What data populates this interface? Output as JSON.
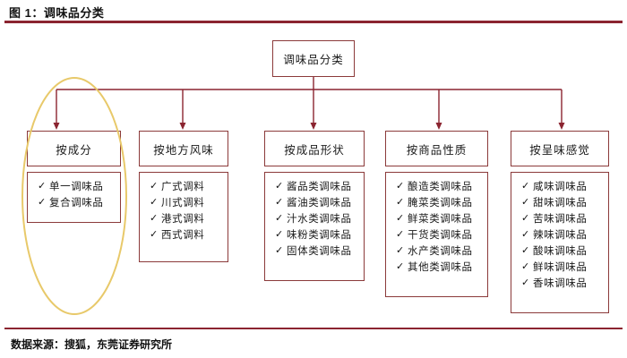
{
  "figure": {
    "title": "图 1：调味品分类",
    "source_note": "数据来源：搜狐，东莞证券研究所"
  },
  "colors": {
    "rule": "#8B2430",
    "box_border": "#8B3A3A",
    "connector": "#8B2430",
    "highlight_ellipse": "#E8C96A",
    "text": "#1a1a1a",
    "background": "#FFFFFF"
  },
  "diagram": {
    "root": {
      "label": "调味品分类"
    },
    "tick_glyph": "✓",
    "columns": [
      {
        "header": "按成分",
        "highlighted": true,
        "items": [
          "单一调味品",
          "复合调味品"
        ]
      },
      {
        "header": "按地方风味",
        "highlighted": false,
        "items": [
          "广式调料",
          "川式调料",
          "港式调料",
          "西式调料"
        ]
      },
      {
        "header": "按成品形状",
        "highlighted": false,
        "items": [
          "酱品类调味品",
          "酱油类调味品",
          "汁水类调味品",
          "味粉类调味品",
          "固体类调味品"
        ]
      },
      {
        "header": "按商品性质",
        "highlighted": false,
        "items": [
          "酿造类调味品",
          "腌菜类调味品",
          "鲜菜类调味品",
          "干货类调味品",
          "水产类调味品",
          "其他类调味品"
        ]
      },
      {
        "header": "按呈味感觉",
        "highlighted": false,
        "items": [
          "咸味调味品",
          "甜味调味品",
          "苦味调味品",
          "辣味调味品",
          "酸味调味品",
          "鲜味调味品",
          "香味调味品"
        ]
      }
    ]
  }
}
